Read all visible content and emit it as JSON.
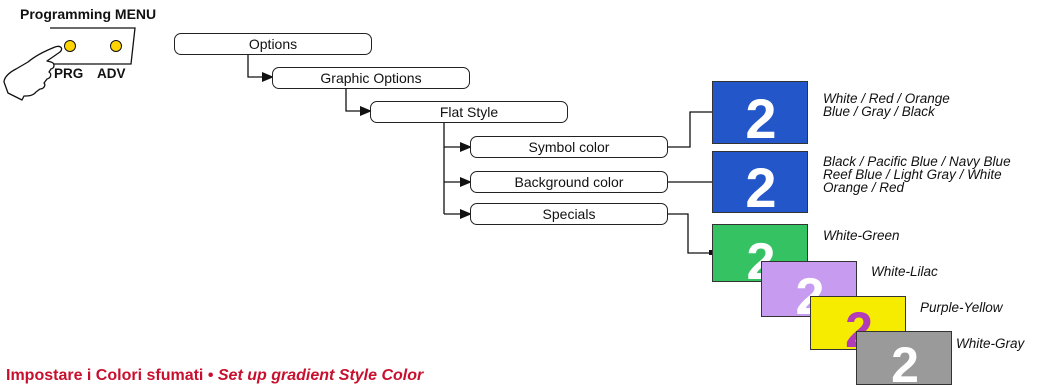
{
  "header": {
    "title": "Programming MENU"
  },
  "buttons": {
    "prg": "PRG",
    "adv": "ADV",
    "button_color": "#ffd400"
  },
  "menu": {
    "options": "Options",
    "graphic_options": "Graphic Options",
    "flat_style": "Flat Style",
    "symbol_color": "Symbol color",
    "background_color": "Background color",
    "specials": "Specials"
  },
  "symbol": {
    "digit": "2"
  },
  "symbol_color_options": {
    "line1": "White / Red / Orange",
    "line2": "Blue / Gray / Black",
    "tile_bg": "#2356c9",
    "glyph": "#ffffff"
  },
  "background_color_options": {
    "line1": "Black / Pacific Blue / Navy Blue",
    "line2": "Reef Blue / Light Gray / White",
    "line3": "Orange / Red",
    "tile_bg": "#2356c9",
    "glyph": "#ffffff"
  },
  "specials": [
    {
      "label": "White-Green",
      "bg": "#35c263",
      "glyph": "#ffffff"
    },
    {
      "label": "White-Lilac",
      "bg": "#c79bf0",
      "glyph": "#ffffff"
    },
    {
      "label": "Purple-Yellow",
      "bg": "#f5ec00",
      "glyph": "#b23bb8"
    },
    {
      "label": "White-Gray",
      "bg": "#9a9a9a",
      "glyph": "#ffffff"
    }
  ],
  "footer": {
    "italian": "Impostare i Colori sfumati •",
    "english": "Set up gradient Style Color",
    "color": "#c8102e"
  }
}
